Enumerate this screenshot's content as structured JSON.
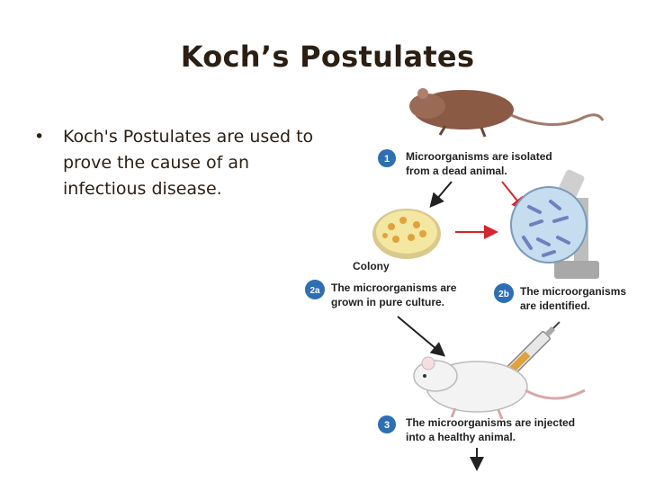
{
  "slide": {
    "title": "Koch’s Postulates",
    "bullets": [
      "Koch's Postulates are used to prove the cause of an infectious disease."
    ]
  },
  "diagram": {
    "step1": {
      "number": "1",
      "line1": "Microorganisms are isolated",
      "line2": "from a dead animal."
    },
    "colony_label": "Colony",
    "step2a": {
      "number": "2a",
      "line1": "The microorganisms are",
      "line2": "grown in pure culture."
    },
    "step2b": {
      "number": "2b",
      "line1": "The microorganisms",
      "line2": "are identified."
    },
    "step3": {
      "number": "3",
      "line1": "The microorganisms are injected",
      "line2": "into a healthy animal."
    },
    "colors": {
      "badge_blue": "#2c6fb5",
      "red_arrow": "#d8242a",
      "dish_yellow": "#f3e7a2",
      "colony_orange": "#e0a23a",
      "dead_rat_brown": "#8a5a45",
      "live_rat_white": "#f3f3f3",
      "lens_blue": "#c6dcef"
    }
  }
}
